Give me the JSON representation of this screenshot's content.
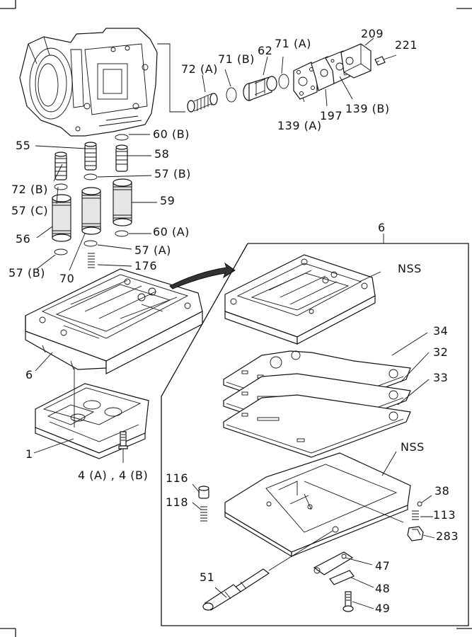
{
  "labels": {
    "l209": "209",
    "l221": "221",
    "l62": "62",
    "l71a": "71 (A)",
    "l71b": "71 (B)",
    "l72a": "72 (A)",
    "l139a": "139 (A)",
    "l197": "197",
    "l139b": "139 (B)",
    "l60b": "60 (B)",
    "l55": "55",
    "l58": "58",
    "l57b_top": "57 (B)",
    "l72b": "72 (B)",
    "l57c": "57 (C)",
    "l59": "59",
    "l56": "56",
    "l60a": "60 (A)",
    "l57a": "57 (A)",
    "l57b_bot": "57 (B)",
    "l70": "70",
    "l176": "176",
    "l6_left": "6",
    "l1": "1",
    "l4": "4 (A) , 4 (B)",
    "l6_box": "6",
    "nss_top": "NSS",
    "l34": "34",
    "l32": "32",
    "l33": "33",
    "nss_mid": "NSS",
    "l116": "116",
    "l118": "118",
    "l38": "38",
    "l113": "113",
    "l283": "283",
    "l51": "51",
    "l47": "47",
    "l48": "48",
    "l49": "49"
  }
}
